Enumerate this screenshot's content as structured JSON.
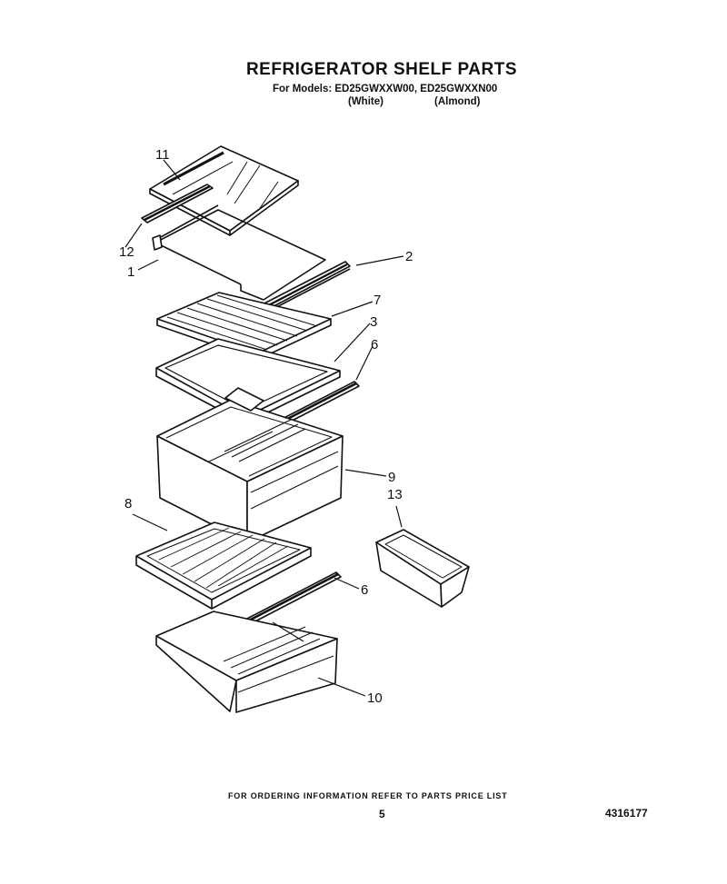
{
  "header": {
    "title": "REFRIGERATOR SHELF PARTS",
    "models": "For Models: ED25GWXXW00, ED25GWXXN00",
    "color_white": "(White)",
    "color_almond": "(Almond)"
  },
  "callouts": {
    "c1": "1",
    "c2": "2",
    "c3": "3",
    "c6a": "6",
    "c6b": "6",
    "c7": "7",
    "c8": "8",
    "c9": "9",
    "c10": "10",
    "c11": "11",
    "c12": "12",
    "c13": "13"
  },
  "footer": {
    "ordering": "FOR ORDERING INFORMATION REFER TO PARTS PRICE LIST",
    "page": "5",
    "part_number": "4316177"
  }
}
